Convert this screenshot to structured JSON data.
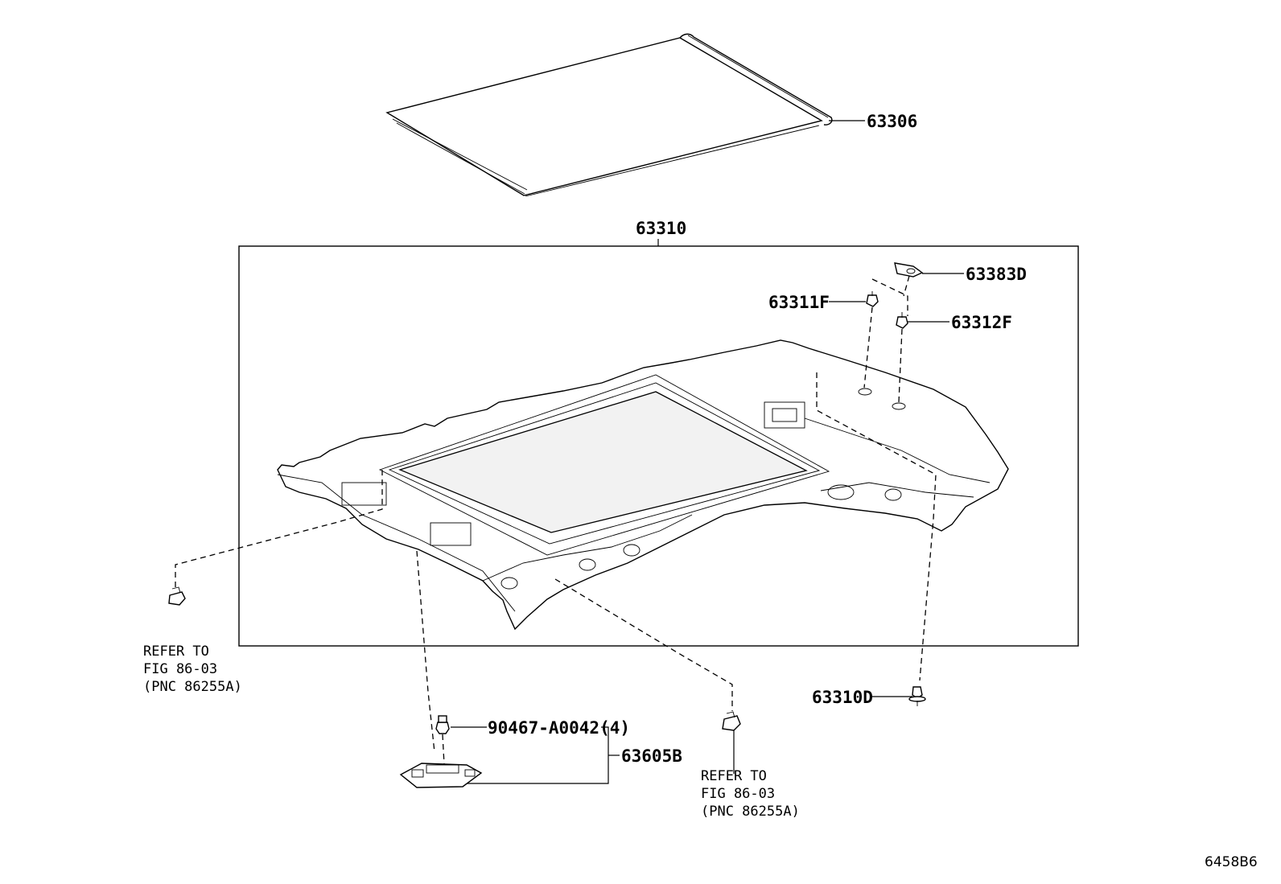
{
  "diagram": {
    "parts": {
      "p63306": "63306",
      "p63310": "63310",
      "p63383D": "63383D",
      "p63311F": "63311F",
      "p63312F": "63312F",
      "p63310D": "63310D",
      "p90467": "90467-A0042(4)",
      "p63605B": "63605B"
    },
    "refer_left": {
      "line1": "REFER TO",
      "line2": "FIG 86-03",
      "line3": "(PNC 86255A)"
    },
    "refer_right": {
      "line1": "REFER TO",
      "line2": "FIG 86-03",
      "line3": "(PNC 86255A)"
    },
    "figure_id": "6458B6"
  }
}
